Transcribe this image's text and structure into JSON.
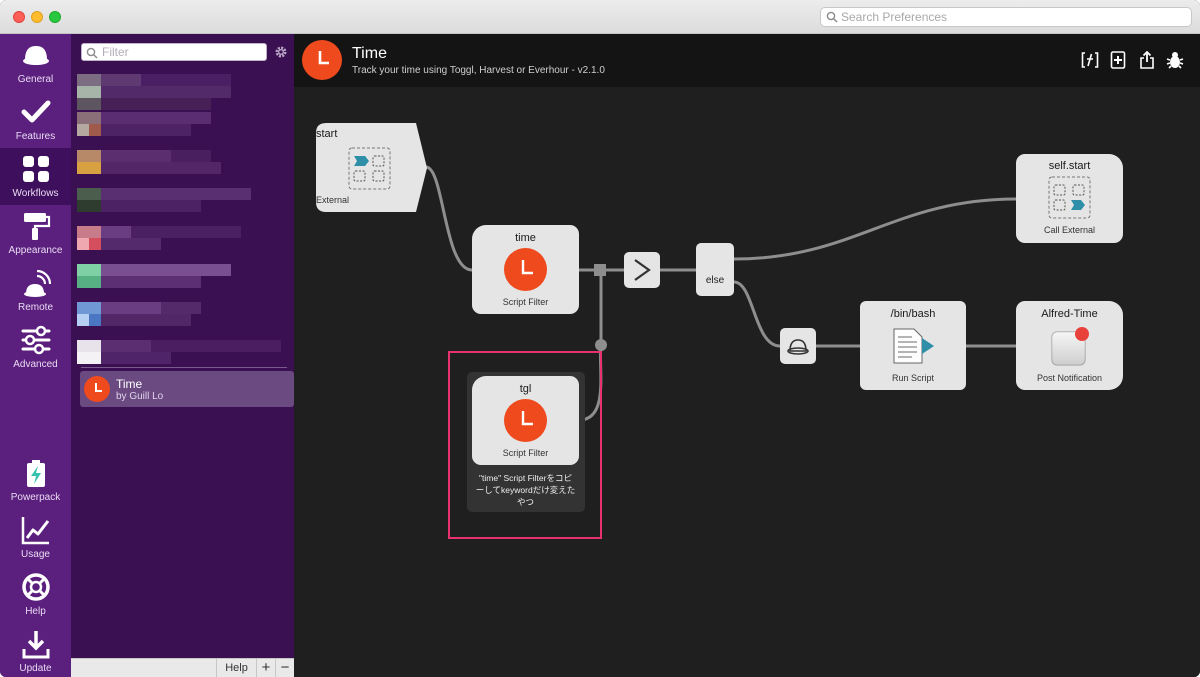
{
  "titlebar": {
    "search_placeholder": "Search Preferences"
  },
  "nav": {
    "items": [
      {
        "label": "General"
      },
      {
        "label": "Features"
      },
      {
        "label": "Workflows"
      },
      {
        "label": "Appearance"
      },
      {
        "label": "Remote"
      },
      {
        "label": "Advanced"
      },
      {
        "label": "Powerpack"
      },
      {
        "label": "Usage"
      },
      {
        "label": "Help"
      },
      {
        "label": "Update"
      }
    ],
    "active": "Workflows"
  },
  "workflow_list": {
    "filter_placeholder": "Filter",
    "selected": {
      "name": "Time",
      "author": "by Guill Lo"
    },
    "footer": {
      "help": "Help",
      "add": "+",
      "remove": "−"
    }
  },
  "header": {
    "title": "Time",
    "subtitle": "Track your time using Toggl, Harvest or Everhour - v2.1.0"
  },
  "canvas": {
    "nodes": {
      "start": {
        "title": "start",
        "type": "External"
      },
      "time": {
        "title": "time",
        "type": "Script Filter"
      },
      "tgl": {
        "title": "tgl",
        "type": "Script Filter",
        "note": "\"time\" Script Filterをコピーしてkeywordだけ変えたやつ"
      },
      "else": {
        "label": "else"
      },
      "self_start": {
        "title": "self.start",
        "type": "Call External"
      },
      "bash": {
        "title": "/bin/bash",
        "type": "Run Script"
      },
      "alfred_time": {
        "title": "Alfred-Time",
        "type": "Post Notification"
      }
    },
    "accent": "#ef4a1d",
    "highlight_color": "#e8316e"
  }
}
